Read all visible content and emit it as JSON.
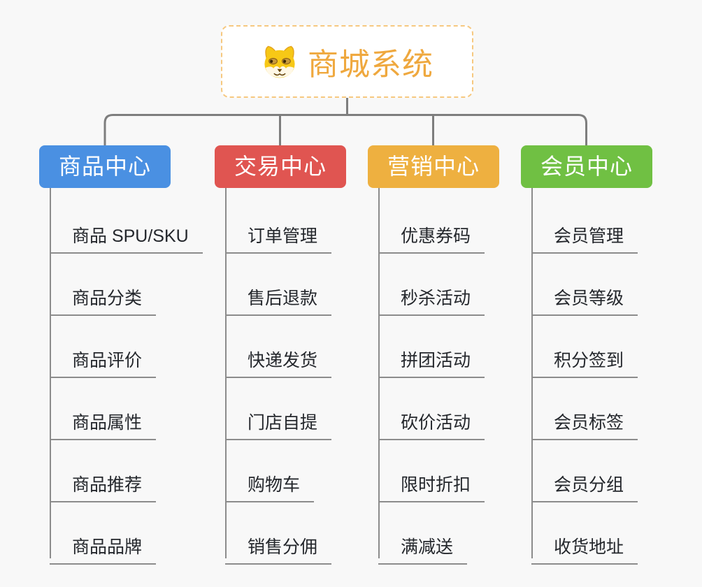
{
  "canvas": {
    "background_color": "#f8f8f8",
    "connector_color": "#7e7e7e",
    "line_color": "#8c8c8c"
  },
  "root": {
    "title": "商城系统",
    "icon": "shiba-dog-icon",
    "text_color": "#efa83e",
    "border_color": "#f6c87f"
  },
  "branches": [
    {
      "id": "product-center",
      "label": "商品中心",
      "color": "#4a90e2",
      "items": [
        "商品 SPU/SKU",
        "商品分类",
        "商品评价",
        "商品属性",
        "商品推荐",
        "商品品牌"
      ]
    },
    {
      "id": "trade-center",
      "label": "交易中心",
      "color": "#e05551",
      "items": [
        "订单管理",
        "售后退款",
        "快递发货",
        "门店自提",
        "购物车",
        "销售分佣"
      ]
    },
    {
      "id": "marketing-center",
      "label": "营销中心",
      "color": "#eeb040",
      "items": [
        "优惠券码",
        "秒杀活动",
        "拼团活动",
        "砍价活动",
        "限时折扣",
        "满减送"
      ]
    },
    {
      "id": "member-center",
      "label": "会员中心",
      "color": "#70c043",
      "items": [
        "会员管理",
        "会员等级",
        "积分签到",
        "会员标签",
        "会员分组",
        "收货地址"
      ]
    }
  ]
}
